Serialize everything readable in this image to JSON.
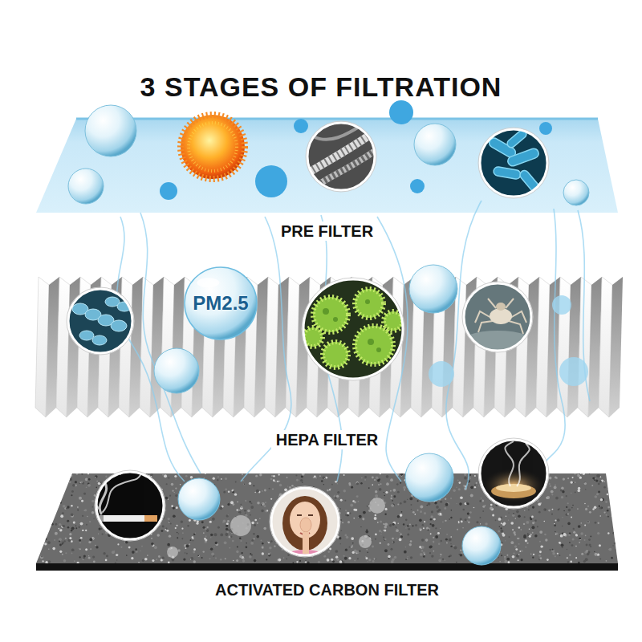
{
  "diagram": {
    "title": "3 STAGES OF FILTRATION",
    "nodes": [
      {
        "text": [
          "PRE FILTER"
        ]
      },
      {
        "text": [
          "HEPA FILTER"
        ]
      },
      {
        "text": [
          "PM2.5"
        ],
        "in": 1
      },
      {
        "text": [
          "ACTIVATED CARBON FILTER"
        ]
      }
    ]
  }
}
